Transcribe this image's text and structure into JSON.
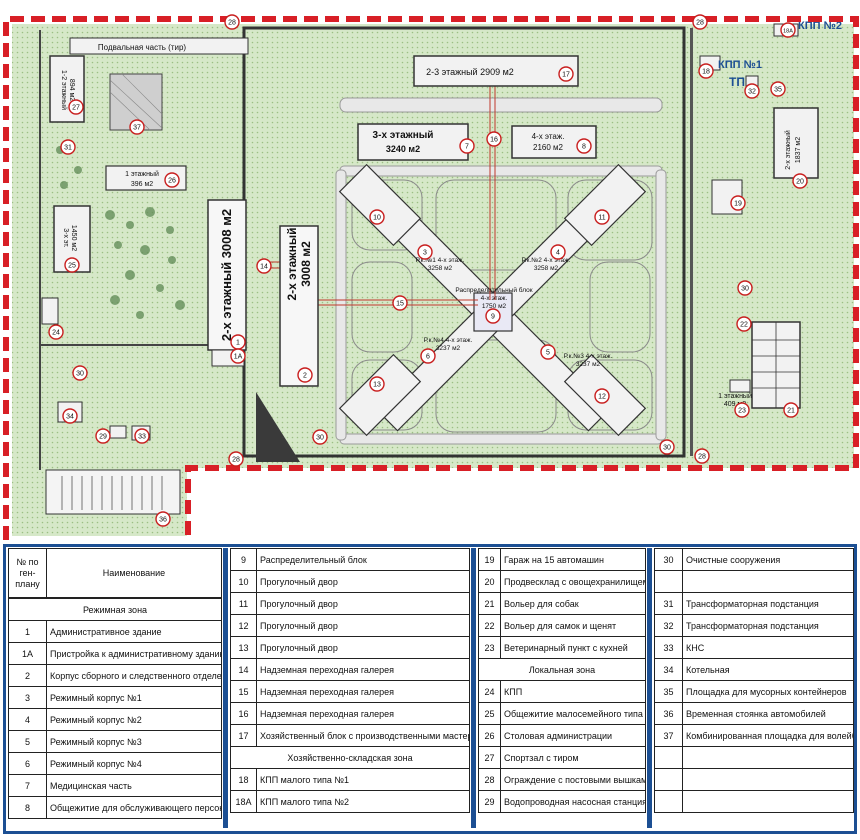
{
  "plan": {
    "buildings": {
      "b1": {
        "line1": "2-х этажный 3008 м2"
      },
      "b2": {
        "line1": "2-х этажный",
        "line2": "3008 м2"
      },
      "b7": {
        "line1": "3-х этажный",
        "line2": "3240 м2"
      },
      "b8": {
        "line1": "4-х этаж.",
        "line2": "2160 м2"
      },
      "b17": {
        "line1": "2-3 этажный 2909 м2"
      },
      "b27": {
        "line1": "1-2 этажный",
        "line2": "894 м2"
      },
      "b26": {
        "line1": "1 этажный",
        "line2": "396 м2"
      },
      "b25": {
        "line1": "3-х эт.",
        "line2": "1450 м2"
      },
      "b20": {
        "line1": "2-х этажный",
        "line2": "1837 м2"
      },
      "b21": {
        "line1": "1 этажный",
        "line2": "409 м2"
      },
      "b3": {
        "line1": "Р.к.№1 4-х этаж.",
        "line2": "3258 м2"
      },
      "b4": {
        "line1": "Р.к.№2 4-х этаж.",
        "line2": "3258 м2"
      },
      "b5": {
        "line1": "Р.к.№3 4-х этаж.",
        "line2": "3237 м2"
      },
      "b6": {
        "line1": "Р.к.№4 4-х этаж.",
        "line2": "3237 м2"
      },
      "b9": {
        "line1": "Распределительный блок",
        "line2": "4-х этаж.",
        "line3": "1750 м2"
      }
    },
    "basement_label": "Подвальная часть (тир)",
    "kpp2_label": "КПП №2",
    "kpp1_label": "КПП №1",
    "tp_label": "ТП",
    "markers": [
      "1",
      "1А",
      "2",
      "3",
      "4",
      "5",
      "6",
      "7",
      "8",
      "9",
      "10",
      "11",
      "12",
      "13",
      "14",
      "15",
      "16",
      "17",
      "18",
      "18А",
      "19",
      "20",
      "21",
      "22",
      "23",
      "24",
      "25",
      "26",
      "27",
      "28",
      "29",
      "30",
      "31",
      "32",
      "33",
      "34",
      "35",
      "36",
      "37"
    ]
  },
  "legend": {
    "header": {
      "num": "№ по ген- плану",
      "name": "Наименование"
    },
    "col1": [
      {
        "num": "",
        "name": "Режимная зона",
        "zone": true
      },
      {
        "num": "1",
        "name": "Административное здание"
      },
      {
        "num": "1А",
        "name": "Пристройка к административному зданию"
      },
      {
        "num": "2",
        "name": "Корпус сборного и следственного отделения"
      },
      {
        "num": "3",
        "name": "Режимный корпус №1"
      },
      {
        "num": "4",
        "name": "Режимный корпус №2"
      },
      {
        "num": "5",
        "name": "Режимный корпус №3"
      },
      {
        "num": "6",
        "name": "Режимный корпус №4"
      },
      {
        "num": "7",
        "name": "Медицинская часть"
      },
      {
        "num": "8",
        "name": "Общежитие для обслуживающего персонала"
      }
    ],
    "col2": [
      {
        "num": "9",
        "name": "Распределительный блок"
      },
      {
        "num": "10",
        "name": "Прогулочный двор"
      },
      {
        "num": "11",
        "name": "Прогулочный двор"
      },
      {
        "num": "12",
        "name": "Прогулочный двор"
      },
      {
        "num": "13",
        "name": "Прогулочный двор"
      },
      {
        "num": "14",
        "name": "Надземная переходная галерея"
      },
      {
        "num": "15",
        "name": "Надземная переходная галерея"
      },
      {
        "num": "16",
        "name": "Надземная переходная галерея"
      },
      {
        "num": "17",
        "name": "Хозяйственный блок с производственными мастерскими"
      },
      {
        "num": "",
        "name": "Хозяйственно-складская зона",
        "zone": true
      },
      {
        "num": "18",
        "name": "КПП малого типа №1"
      },
      {
        "num": "18А",
        "name": "КПП малого типа №2"
      }
    ],
    "col3": [
      {
        "num": "19",
        "name": "Гараж на 15 автомашин"
      },
      {
        "num": "20",
        "name": "Продвесклад с овощехранилищем"
      },
      {
        "num": "21",
        "name": "Вольер для собак"
      },
      {
        "num": "22",
        "name": "Вольер для самок и щенят"
      },
      {
        "num": "23",
        "name": "Ветеринарный пункт с кухней"
      },
      {
        "num": "",
        "name": "Локальная зона",
        "zone": true
      },
      {
        "num": "24",
        "name": "КПП"
      },
      {
        "num": "25",
        "name": "Общежитие малосемейного типа"
      },
      {
        "num": "26",
        "name": "Столовая администрации"
      },
      {
        "num": "27",
        "name": "Спортзал с тиром"
      },
      {
        "num": "28",
        "name": "Ограждение с постовыми вышками"
      },
      {
        "num": "29",
        "name": "Водопроводная насосная станция"
      }
    ],
    "col4": [
      {
        "num": "30",
        "name": "Очистные сооружения"
      },
      {
        "num": "",
        "name": ""
      },
      {
        "num": "31",
        "name": "Трансформаторная подстанция"
      },
      {
        "num": "32",
        "name": "Трансформаторная подстанция"
      },
      {
        "num": "33",
        "name": "КНС"
      },
      {
        "num": "34",
        "name": "Котельная"
      },
      {
        "num": "35",
        "name": "Площадка для мусорных контейнеров"
      },
      {
        "num": "36",
        "name": "Временная стоянка автомобилей"
      },
      {
        "num": "37",
        "name": "Комбинированная площадка для волейбола и баскетбола"
      },
      {
        "num": "",
        "name": ""
      },
      {
        "num": "",
        "name": ""
      },
      {
        "num": "",
        "name": ""
      }
    ]
  },
  "colors": {
    "grass": "#d6e8c8",
    "grass_dot": "#9cbf84",
    "path": "#e6e6e6",
    "building": "#f2f2f2",
    "fence_red": "#d81f26",
    "marker": "#c81e1e",
    "frame_blue": "#1c4f93",
    "gallery": "#c0392b"
  }
}
